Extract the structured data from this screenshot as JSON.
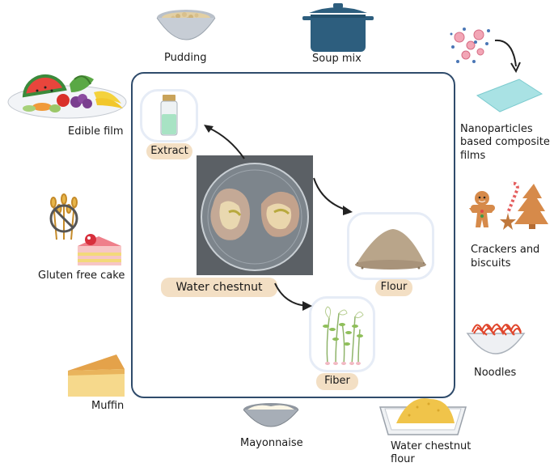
{
  "outer_items": {
    "pudding": "Pudding",
    "soup_mix": "Soup mix",
    "nanoparticles": [
      "Nanoparticles",
      "based composite",
      "films"
    ],
    "edible_film": "Edible film",
    "crackers": [
      "Crackers and",
      "biscuits"
    ],
    "gluten_free_cake": "Gluten free cake",
    "noodles": "Noodles",
    "muffin": "Muffin",
    "mayonnaise": "Mayonnaise",
    "water_chestnut_flour": [
      "Water chestnut",
      "flour"
    ]
  },
  "inner_items": {
    "extract": "Extract",
    "water_chestnut": "Water chestnut",
    "flour": "Flour",
    "fiber": "Fiber"
  },
  "colors": {
    "frame": "#2f4b6b",
    "pill": "#f3dfc4",
    "pot": "#2d5e7e"
  }
}
